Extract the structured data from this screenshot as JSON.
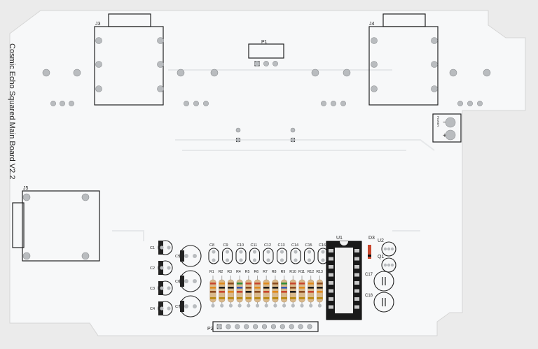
{
  "board": {
    "title": "Cosmic Echo Squared Main Board V2.2",
    "labels": {
      "j3": "J3",
      "j4": "J4",
      "j5": "J5",
      "p1": "P1",
      "p2": "P2",
      "u1": "U1",
      "u2": "U2",
      "d3": "D3",
      "q1": "Q1",
      "c17": "C17",
      "c18": "C18",
      "power_minus": "−",
      "power_plus": "+",
      "power_tag": "POWER"
    },
    "caps_top": [
      "C8",
      "C9",
      "C10",
      "C11",
      "C12",
      "C13",
      "C14",
      "C15",
      "C16"
    ],
    "resistors": [
      "R1",
      "R2",
      "R3",
      "R4",
      "R5",
      "R6",
      "R7",
      "R8",
      "R9",
      "R10",
      "R11",
      "R12",
      "R13"
    ],
    "caps_left": [
      "C1",
      "C2",
      "C3",
      "C4"
    ],
    "caps_big": [
      "C5",
      "C6",
      "C7"
    ],
    "colors": {
      "pcb": "#f7f8f9",
      "background": "#ebebeb",
      "silkscreen": "#222222",
      "pad": "#b9bcbf",
      "socket": "#1a1a1a"
    }
  }
}
